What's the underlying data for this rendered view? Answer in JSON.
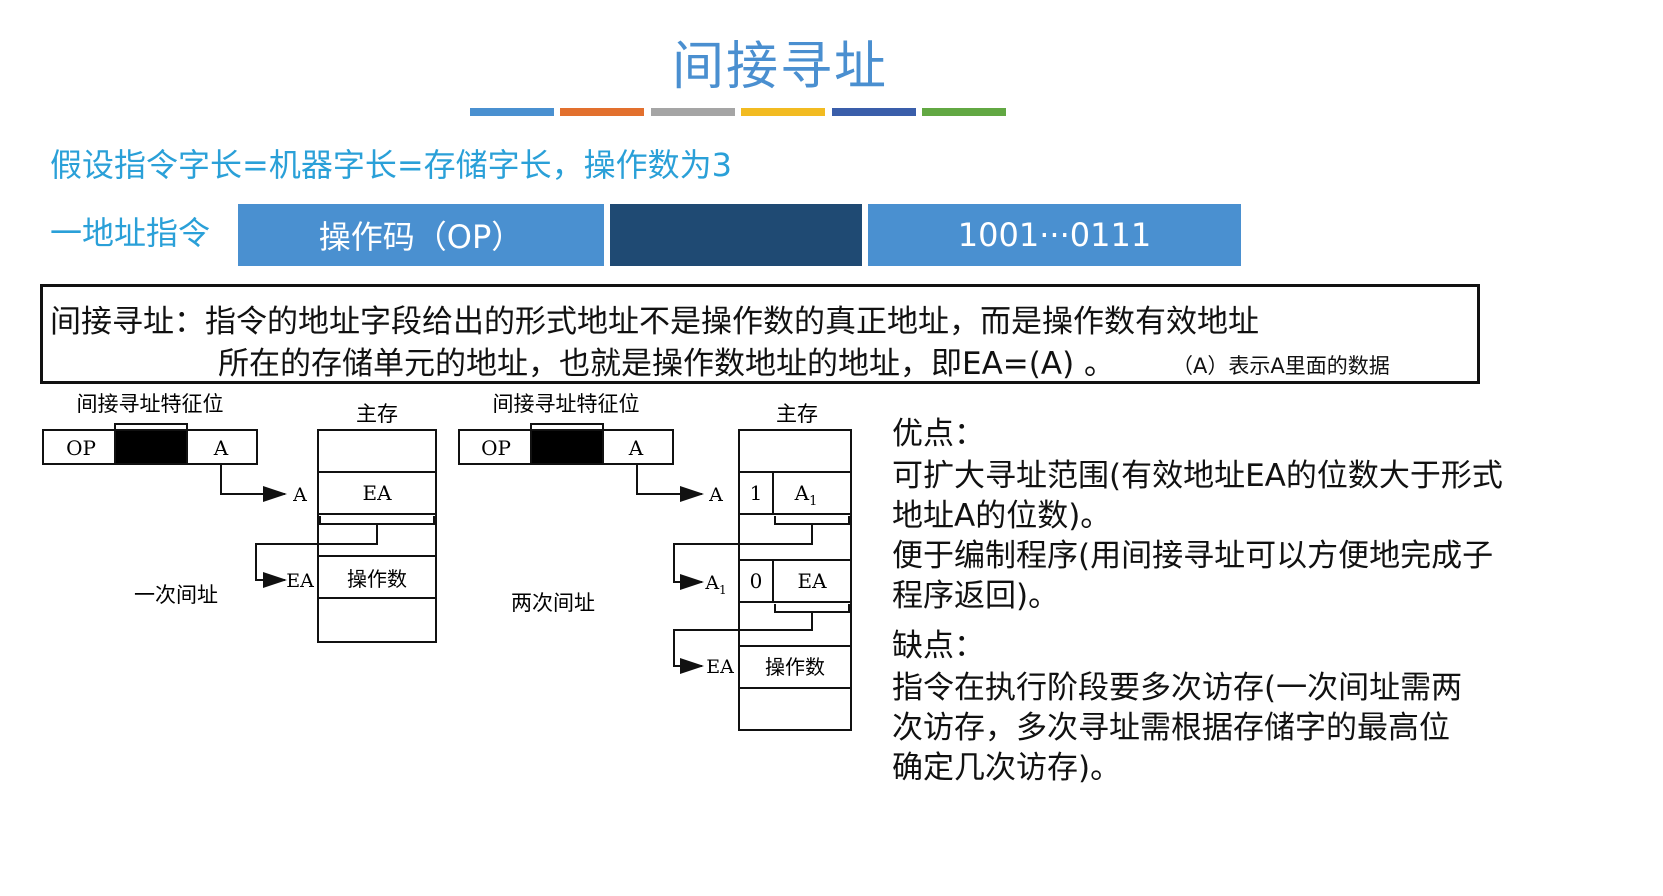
{
  "title": "间接寻址",
  "stripe_colors": [
    "#4a90d0",
    "#e2702e",
    "#a5a5a5",
    "#f2bb21",
    "#3a5eaa",
    "#62a843"
  ],
  "assumption": "假设指令字长=机器字长=存储字长，操作数为3",
  "instruction": {
    "label": "一地址指令",
    "opcode_field": "操作码（OP）",
    "address_field": "1001···0111",
    "colors": {
      "opcode": "#4a90d0",
      "flag": "#1f4a73",
      "address": "#4a90d0"
    }
  },
  "definition": {
    "line1": "间接寻址：指令的地址字段给出的形式地址不是操作数的真正地址，而是操作数有效地址",
    "line2": "所在的存储单元的地址，也就是操作数地址的地址，即EA=(A) 。",
    "note": "（A）表示A里面的数据"
  },
  "diagram_one": {
    "feature_label": "间接寻址特征位",
    "op": "OP",
    "a": "A",
    "memory_label": "主存",
    "arrow_a": "A",
    "cell_ea": "EA",
    "arrow_ea": "EA",
    "cell_operand": "操作数",
    "caption": "一次间址"
  },
  "diagram_two": {
    "feature_label": "间接寻址特征位",
    "op": "OP",
    "a": "A",
    "memory_label": "主存",
    "arrow_a": "A",
    "flag1": "1",
    "cell_a1": "A",
    "cell_a1_sub": "1",
    "arrow_a1": "A",
    "arrow_a1_sub": "1",
    "flag0": "0",
    "cell_ea": "EA",
    "arrow_ea": "EA",
    "cell_operand": "操作数",
    "caption": "两次间址"
  },
  "pros_cons": {
    "pros_title": "优点：",
    "pros_line1": "可扩大寻址范围(有效地址EA的位数大于形式",
    "pros_line2": "地址A的位数)。",
    "pros_line3": "便于编制程序(用间接寻址可以方便地完成子",
    "pros_line4": "程序返回)。",
    "cons_title": "缺点：",
    "cons_line1": "指令在执行阶段要多次访存(一次间址需两",
    "cons_line2": "次访存，多次寻址需根据存储字的最高位",
    "cons_line3": "确定几次访存)。"
  }
}
